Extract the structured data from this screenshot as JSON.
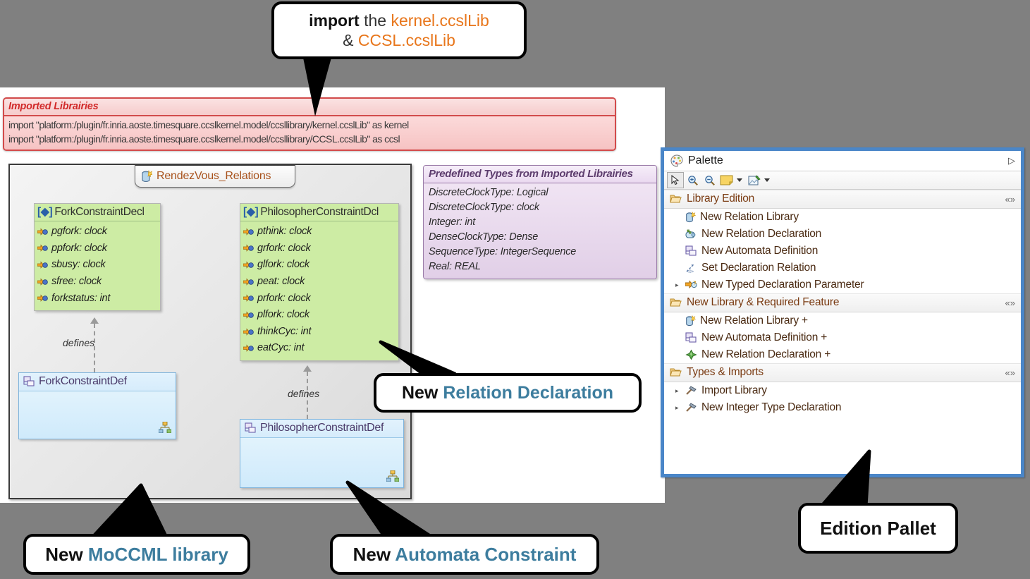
{
  "callouts": {
    "import": {
      "line1_bold": "import",
      "line1_plain": " the ",
      "line1_accent": "kernel.ccslLib",
      "line2_plain": "& ",
      "line2_accent": "CCSL.ccslLib"
    },
    "relation_declaration": {
      "prefix": "New ",
      "accent": "Relation Declaration"
    },
    "moccml_library": {
      "prefix": "New ",
      "accent": "MoCCML library"
    },
    "automata_constraint": {
      "prefix": "New ",
      "accent": "Automata Constraint"
    },
    "edition_pallet": {
      "label": "Edition Pallet"
    }
  },
  "imported_libraries": {
    "title": "Imported Librairies",
    "lines": [
      "import \"platform:/plugin/fr.inria.aoste.timesquare.ccslkernel.model/ccsllibrary/kernel.ccslLib\" as kernel",
      "import \"platform:/plugin/fr.inria.aoste.timesquare.ccslkernel.model/ccsllibrary/CCSL.ccslLib\" as ccsl"
    ]
  },
  "diagram": {
    "tab_label": "RendezVous_Relations",
    "defines_label": "defines",
    "fork_decl": {
      "name": "ForkConstraintDecl",
      "stereotype": "[◆]",
      "attributes": [
        "pgfork: clock",
        "ppfork: clock",
        "sbusy: clock",
        "sfree: clock",
        "forkstatus: int"
      ]
    },
    "philosopher_decl": {
      "name": "PhilosopherConstraintDcl",
      "stereotype": "[◆]",
      "attributes": [
        "pthink: clock",
        "grfork: clock",
        "glfork: clock",
        "peat: clock",
        "prfork: clock",
        "plfork: clock",
        "thinkCyc: int",
        "eatCyc: int"
      ]
    },
    "fork_def": {
      "name": "ForkConstraintDef"
    },
    "philosopher_def": {
      "name": "PhilosopherConstraintDef"
    }
  },
  "predefined_types": {
    "title": "Predefined Types from Imported Librairies",
    "entries": [
      "DiscreteClockType: Logical",
      "DiscreteClockType: clock",
      "Integer: int",
      "DenseClockType: Dense",
      "SequenceType: IntegerSequence",
      "Real: REAL"
    ]
  },
  "palette": {
    "title": "Palette",
    "expand_glyph": "▷",
    "collapse_glyph": "«»",
    "groups": [
      {
        "name": "Library Edition",
        "items": [
          {
            "label": "New Relation Library",
            "icon": "library-icon",
            "arrow": false
          },
          {
            "label": "New Relation Declaration",
            "icon": "relation-decl-icon",
            "arrow": false
          },
          {
            "label": "New Automata Definition",
            "icon": "automata-icon",
            "arrow": false
          },
          {
            "label": "Set Declaration Relation",
            "icon": "set-relation-icon",
            "arrow": false
          },
          {
            "label": "New Typed Declaration Parameter",
            "icon": "typed-param-icon",
            "arrow": true
          }
        ]
      },
      {
        "name": "New Library & Required Feature",
        "items": [
          {
            "label": "New Relation Library +",
            "icon": "library-icon",
            "arrow": false
          },
          {
            "label": "New Automata Definition +",
            "icon": "automata-icon",
            "arrow": false
          },
          {
            "label": "New Relation Declaration +",
            "icon": "green-diamond-icon",
            "arrow": false
          }
        ]
      },
      {
        "name": "Types & Imports",
        "items": [
          {
            "label": "Import Library",
            "icon": "hammer-icon",
            "arrow": true
          },
          {
            "label": "New Integer Type Declaration",
            "icon": "hammer-icon",
            "arrow": true
          }
        ]
      }
    ]
  },
  "colors": {
    "background": "#808080",
    "canvas": "#ffffff",
    "accent_orange": "#e8761b",
    "accent_blue": "#3d7d9e",
    "palette_border": "#4a86c8",
    "note_red": "#d24b4b",
    "note_purple": "#9a7ba8",
    "decl_green": "#cdeca4",
    "def_blue": "#cfeafb"
  }
}
